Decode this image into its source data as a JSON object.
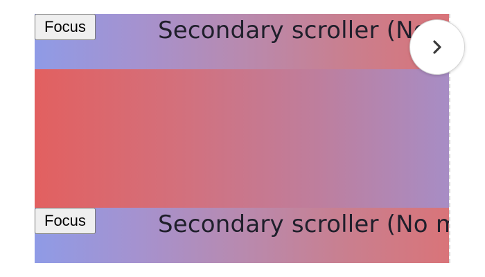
{
  "rows": [
    {
      "focus_label": "Focus",
      "title": "Secondary scroller (No more)"
    },
    {
      "focus_label": "Focus",
      "title": "Secondary scroller (No more)"
    }
  ],
  "next_button": {
    "icon": "chevron-right-icon"
  },
  "colors": {
    "band_left": "#8f9be6",
    "band_right": "#d97479",
    "middle_left": "#e26060",
    "middle_right": "#a78dc5",
    "title_text": "#1f1f2b"
  }
}
